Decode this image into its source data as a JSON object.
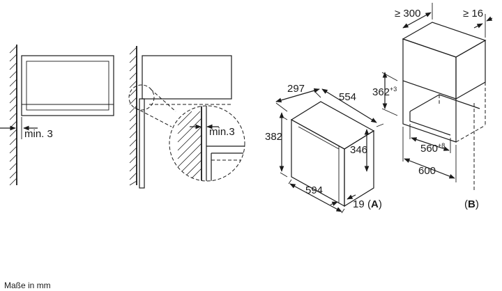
{
  "views": {
    "front_gap": {
      "gap_label": "min. 3"
    },
    "side_gap": {
      "gap_label": "min.3"
    },
    "device": {
      "width": "594",
      "height": "382",
      "inner_height": "346",
      "depth": "554",
      "top_depth": "297",
      "front_depth": "19",
      "label_prefix": "(",
      "label_letter": "A",
      "label_suffix": ")"
    },
    "niche": {
      "top_depth": "≥ 300",
      "side_depth": "≥ 16",
      "opening_height": "362",
      "opening_height_tol": "+3",
      "opening_width": "560",
      "opening_width_tol": "+8",
      "width": "600",
      "label_prefix": "(",
      "label_letter": "B",
      "label_suffix": ")"
    }
  },
  "footer": {
    "units_note": "Maße in mm"
  }
}
